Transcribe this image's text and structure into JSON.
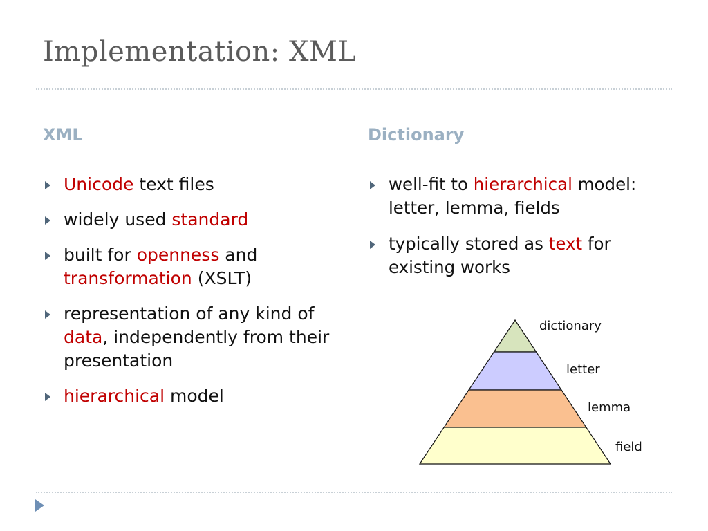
{
  "slide": {
    "title": "Implementation: XML",
    "left_column": {
      "heading": "XML",
      "bullets": [
        {
          "segments": [
            {
              "text": "Unicode",
              "highlight": true
            },
            {
              "text": " text files",
              "highlight": false
            }
          ]
        },
        {
          "segments": [
            {
              "text": "widely used ",
              "highlight": false
            },
            {
              "text": "standard",
              "highlight": true
            }
          ]
        },
        {
          "segments": [
            {
              "text": "built for ",
              "highlight": false
            },
            {
              "text": "openness",
              "highlight": true
            },
            {
              "text": " and ",
              "highlight": false
            },
            {
              "text": "transformation",
              "highlight": true
            },
            {
              "text": " (XSLT)",
              "highlight": false
            }
          ]
        },
        {
          "segments": [
            {
              "text": "representation of any kind of ",
              "highlight": false
            },
            {
              "text": "data",
              "highlight": true
            },
            {
              "text": ", independently from their presentation",
              "highlight": false
            }
          ]
        },
        {
          "segments": [
            {
              "text": "hierarchical",
              "highlight": true
            },
            {
              "text": " model",
              "highlight": false
            }
          ]
        }
      ]
    },
    "right_column": {
      "heading": "Dictionary",
      "bullets": [
        {
          "segments": [
            {
              "text": "well-fit to ",
              "highlight": false
            },
            {
              "text": "hierarchical",
              "highlight": true
            },
            {
              "text": " model: letter, lemma, fields",
              "highlight": false
            }
          ]
        },
        {
          "segments": [
            {
              "text": "typically stored as ",
              "highlight": false
            },
            {
              "text": "text",
              "highlight": true
            },
            {
              "text": " for existing works",
              "highlight": false
            }
          ]
        }
      ]
    },
    "pyramid": {
      "levels": [
        {
          "label": "dictionary",
          "color": "#d7e4bd"
        },
        {
          "label": "letter",
          "color": "#ccccff"
        },
        {
          "label": "lemma",
          "color": "#fac090"
        },
        {
          "label": "field",
          "color": "#ffffcc"
        }
      ]
    },
    "colors": {
      "title": "#5b5b5b",
      "heading": "#9bb0c2",
      "highlight": "#c00000",
      "bullet_marker": "#50667a",
      "nav_arrow": "#6e8fb5"
    }
  }
}
